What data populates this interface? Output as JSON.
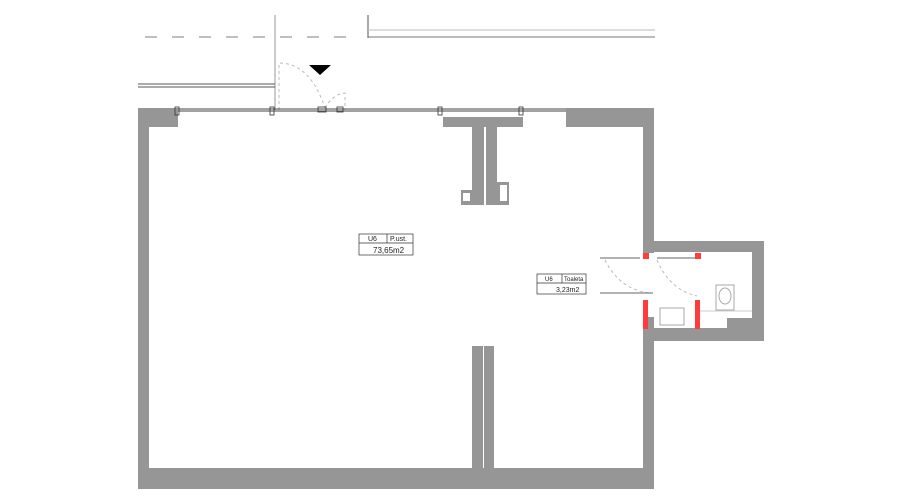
{
  "plan": {
    "wall_color": "#969696",
    "fire_wall_color": "#ff3b3b",
    "entrance_marker": "triangle-down-icon"
  },
  "rooms": [
    {
      "unit": "U6",
      "name": "P.ust.",
      "area": "73,65m2"
    },
    {
      "unit": "U6",
      "name": "Toaleta",
      "area": "3,23m2"
    }
  ]
}
